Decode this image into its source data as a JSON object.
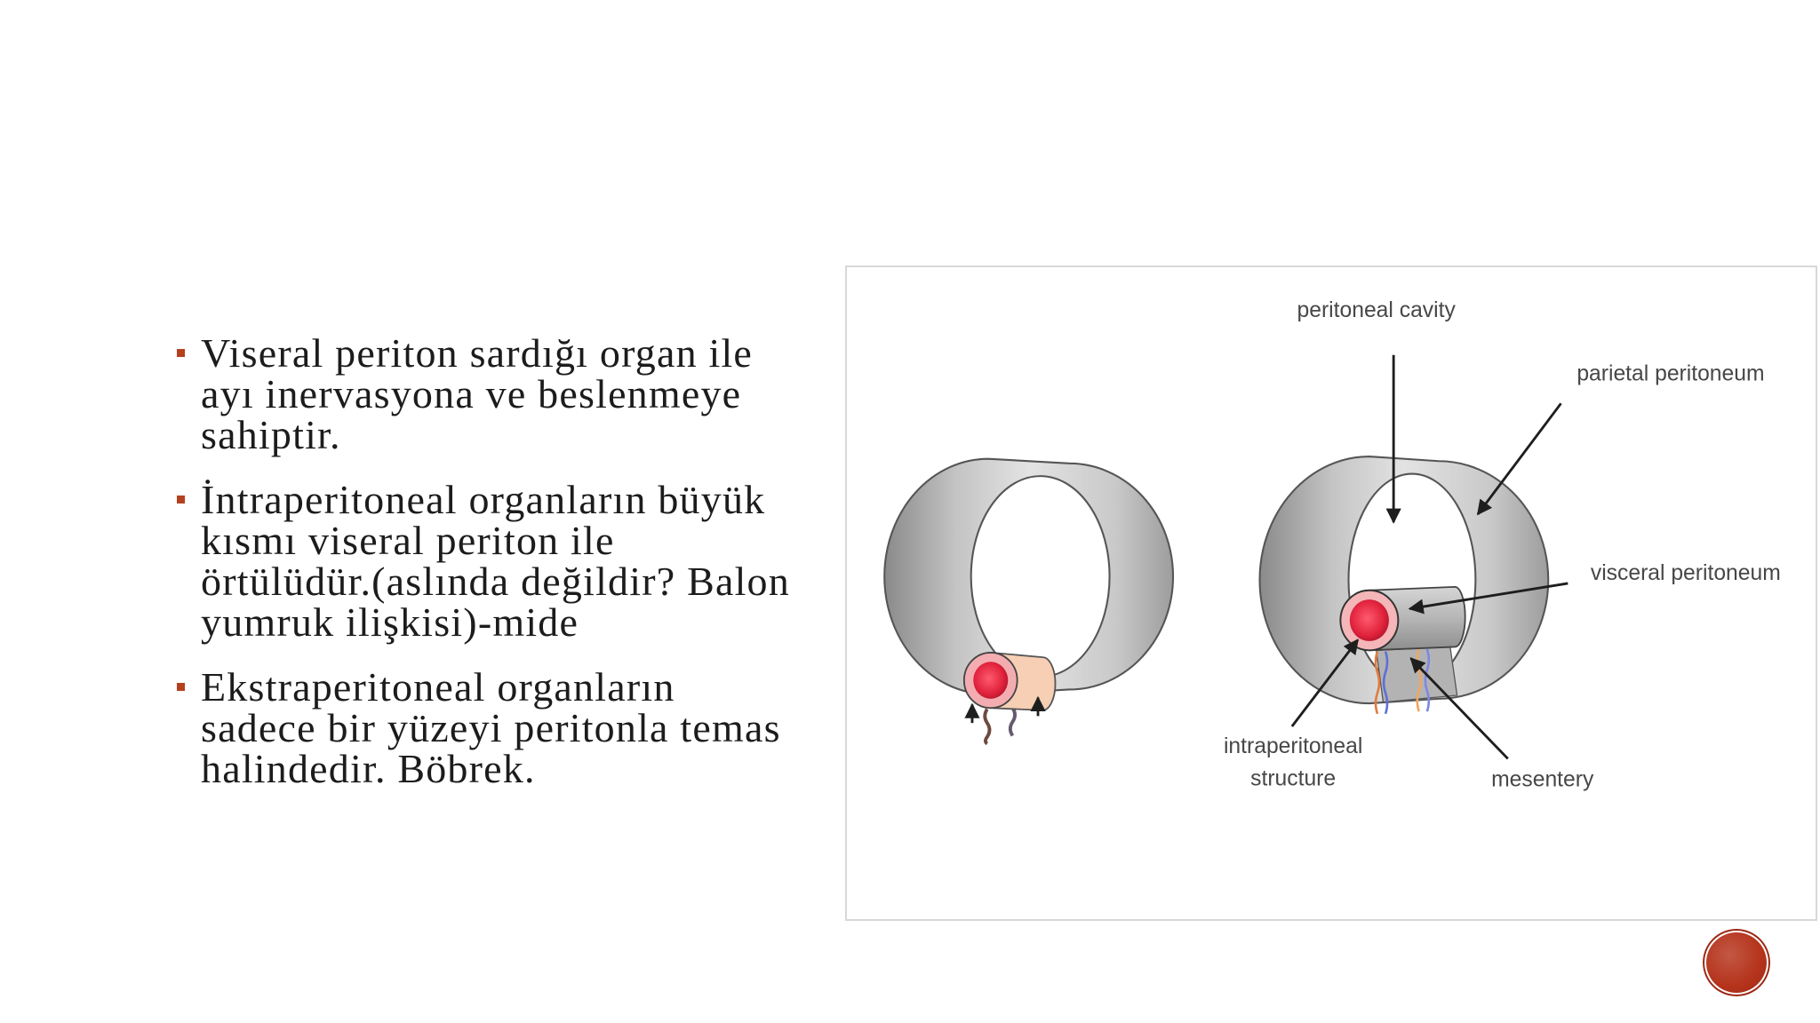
{
  "theme": {
    "accent": "#b5401f",
    "badge": "#b5331b"
  },
  "bullets": [
    {
      "lines": [
        "Viseral periton sardığı organ ile",
        "ayı inervasyona ve beslenmeye",
        "sahiptir."
      ]
    },
    {
      "lines": [
        "İntraperitoneal organların büyük",
        "kısmı viseral periton ile",
        "örtülüdür.(aslında değildir? Balon",
        "yumruk ilişkisi)-mide"
      ]
    },
    {
      "lines": [
        "Ekstraperitoneal organların",
        "sadece bir yüzeyi peritonla temas",
        "halindedir. Böbrek."
      ]
    }
  ],
  "figure": {
    "labels": {
      "peritoneal_cavity": "peritoneal cavity",
      "parietal_peritoneum": "parietal peritoneum",
      "visceral_peritoneum": "visceral peritoneum",
      "intraperitoneal_structure": [
        "intraperitoneal",
        "structure"
      ],
      "mesentery": "mesentery"
    }
  }
}
